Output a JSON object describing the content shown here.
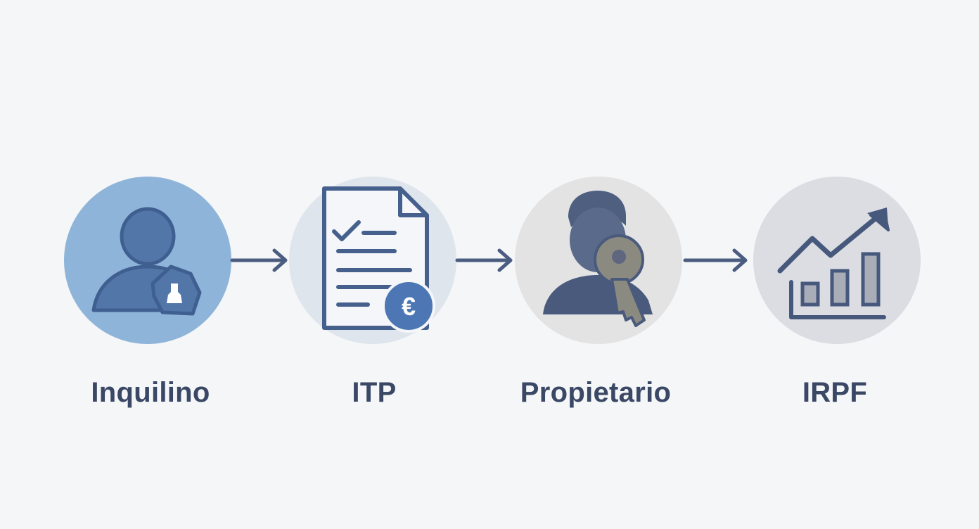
{
  "steps": [
    {
      "label": "Inquilino",
      "icon": "tenant-icon",
      "circle_color": "#8fb4d9"
    },
    {
      "label": "ITP",
      "icon": "tax-document-euro-icon",
      "circle_color": "#dfe5ec"
    },
    {
      "label": "Propietario",
      "icon": "owner-key-icon",
      "circle_color": "#e3e3e4"
    },
    {
      "label": "IRPF",
      "icon": "growth-chart-icon",
      "circle_color": "#dcdde2"
    }
  ],
  "colors": {
    "icon_blue": "#4a6a9a",
    "icon_dark": "#3f4f6f",
    "arrow": "#4a5d80",
    "label": "#3a4866",
    "background": "#f5f6f7"
  }
}
